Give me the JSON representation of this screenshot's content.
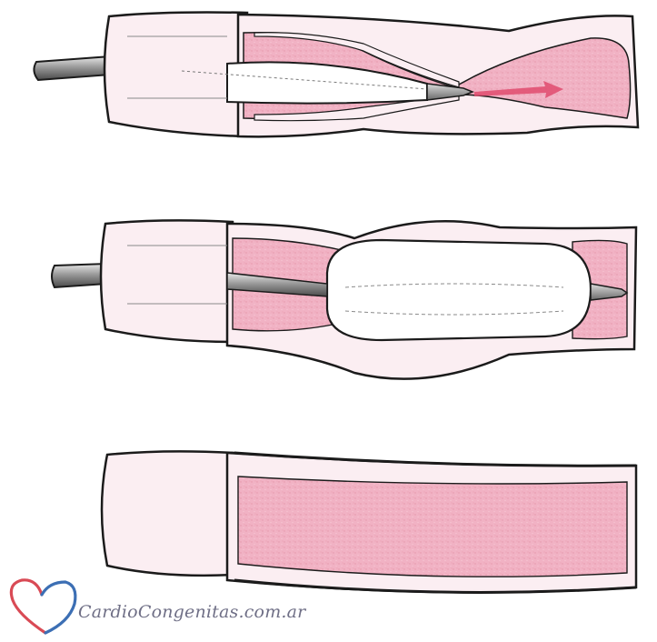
{
  "illustration": {
    "panels": [
      {
        "name": "catheter-advanced-through-stenosis"
      },
      {
        "name": "balloon-inflated-in-stenosis"
      },
      {
        "name": "vessel-after-dilation"
      }
    ],
    "colors": {
      "vessel_wall": "#fbeef2",
      "lumen": "#f1b2c4",
      "lumen_dark": "#e596ab",
      "outline": "#1b1b1b",
      "balloon": "#ffffff",
      "catheter": "#9a9a9a",
      "arrow": "#e04b6e"
    }
  },
  "watermark": {
    "text": "CardioCongenitas.com.ar",
    "colors": {
      "heart_blue": "#3c6fb4",
      "heart_red": "#d94a55",
      "text": "#6f6f86"
    }
  }
}
